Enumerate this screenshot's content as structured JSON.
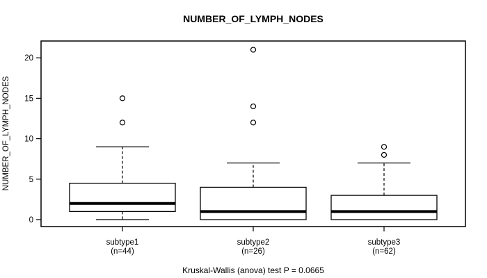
{
  "chart_data": {
    "type": "boxplot",
    "title": "NUMBER_OF_LYMPH_NODES",
    "xlabel": "",
    "ylabel": "NUMBER_OF_LYMPH_NODES",
    "annotation": "Kruskal-Wallis (anova) test P = 0.0665",
    "yticks": [
      0,
      5,
      10,
      15,
      20
    ],
    "ylim": [
      -0.9,
      22.2
    ],
    "grid": false,
    "legend": "none",
    "groups": [
      {
        "label": "subtype1",
        "sublabel": "(n=44)",
        "n": 44,
        "q1": 1,
        "median": 2,
        "q3": 4.5,
        "whisker_low": 0,
        "whisker_high": 9,
        "outliers": [
          12,
          15
        ]
      },
      {
        "label": "subtype2",
        "sublabel": "(n=26)",
        "n": 26,
        "q1": 0,
        "median": 1,
        "q3": 4,
        "whisker_low": 0,
        "whisker_high": 7,
        "outliers": [
          12,
          14,
          21
        ]
      },
      {
        "label": "subtype3",
        "sublabel": "(n=62)",
        "n": 62,
        "q1": 0,
        "median": 1,
        "q3": 3,
        "whisker_low": 0,
        "whisker_high": 7,
        "outliers": [
          8,
          9
        ]
      }
    ],
    "colors": {
      "line": "#000000",
      "box_fill": "#ffffff",
      "background": "#ffffff"
    }
  }
}
